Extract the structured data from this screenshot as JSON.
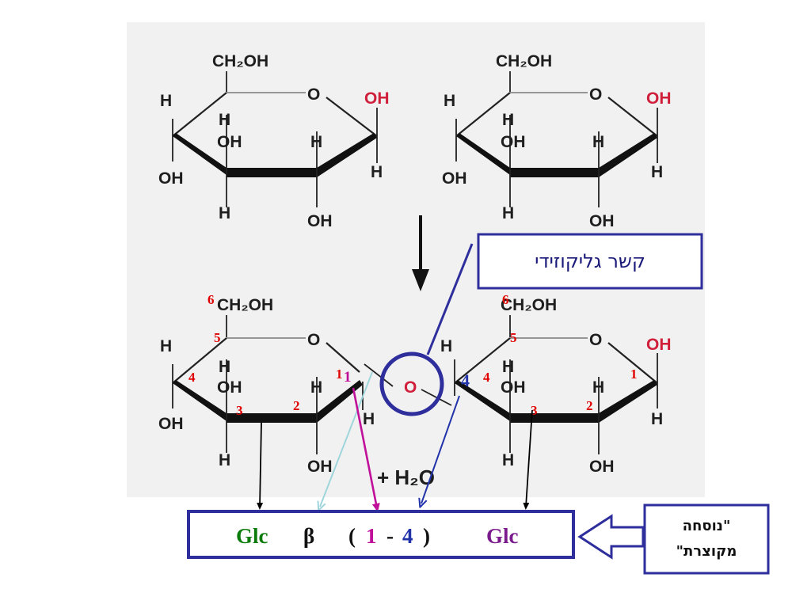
{
  "colors": {
    "panel_bg": "#f1f1f1",
    "box_border": "#2e2e9c",
    "red_label": "#e00000",
    "oh_highlight": "#cf1f3b",
    "green": "#0a7a0a",
    "purple": "#7a1a8c",
    "magenta": "#c0109a",
    "blue": "#2233aa",
    "light_blue": "#9fd6dc"
  },
  "molecules": {
    "ch2oh": "CH₂OH",
    "ring_o": "O",
    "h": "H",
    "oh": "OH",
    "bridge_o": "O"
  },
  "carbon_numbers": {
    "left": {
      "c1": "1",
      "c2": "2",
      "c3": "3",
      "c4": "4",
      "c5": "5",
      "c6": "6"
    },
    "right": {
      "c1": "1",
      "c2": "2",
      "c3": "3",
      "c4": "4",
      "c5": "5",
      "c6": "6"
    },
    "link_left": "1",
    "link_right": "4"
  },
  "byproduct": "+ H₂O",
  "bond_label": "קשר גליקוזידי",
  "formula": {
    "glc_left": "Glc",
    "anomer": "β",
    "paren_open": "(",
    "pos_from": "1",
    "dash": "-",
    "pos_to": "4",
    "paren_close": ")",
    "glc_right": "Glc"
  },
  "note": {
    "line1": "\"נוסחה",
    "line2": "מקוצרת\""
  },
  "icons": {
    "reaction_arrow": "down-arrow-icon",
    "pointer_arrow": "left-arrow-icon"
  }
}
